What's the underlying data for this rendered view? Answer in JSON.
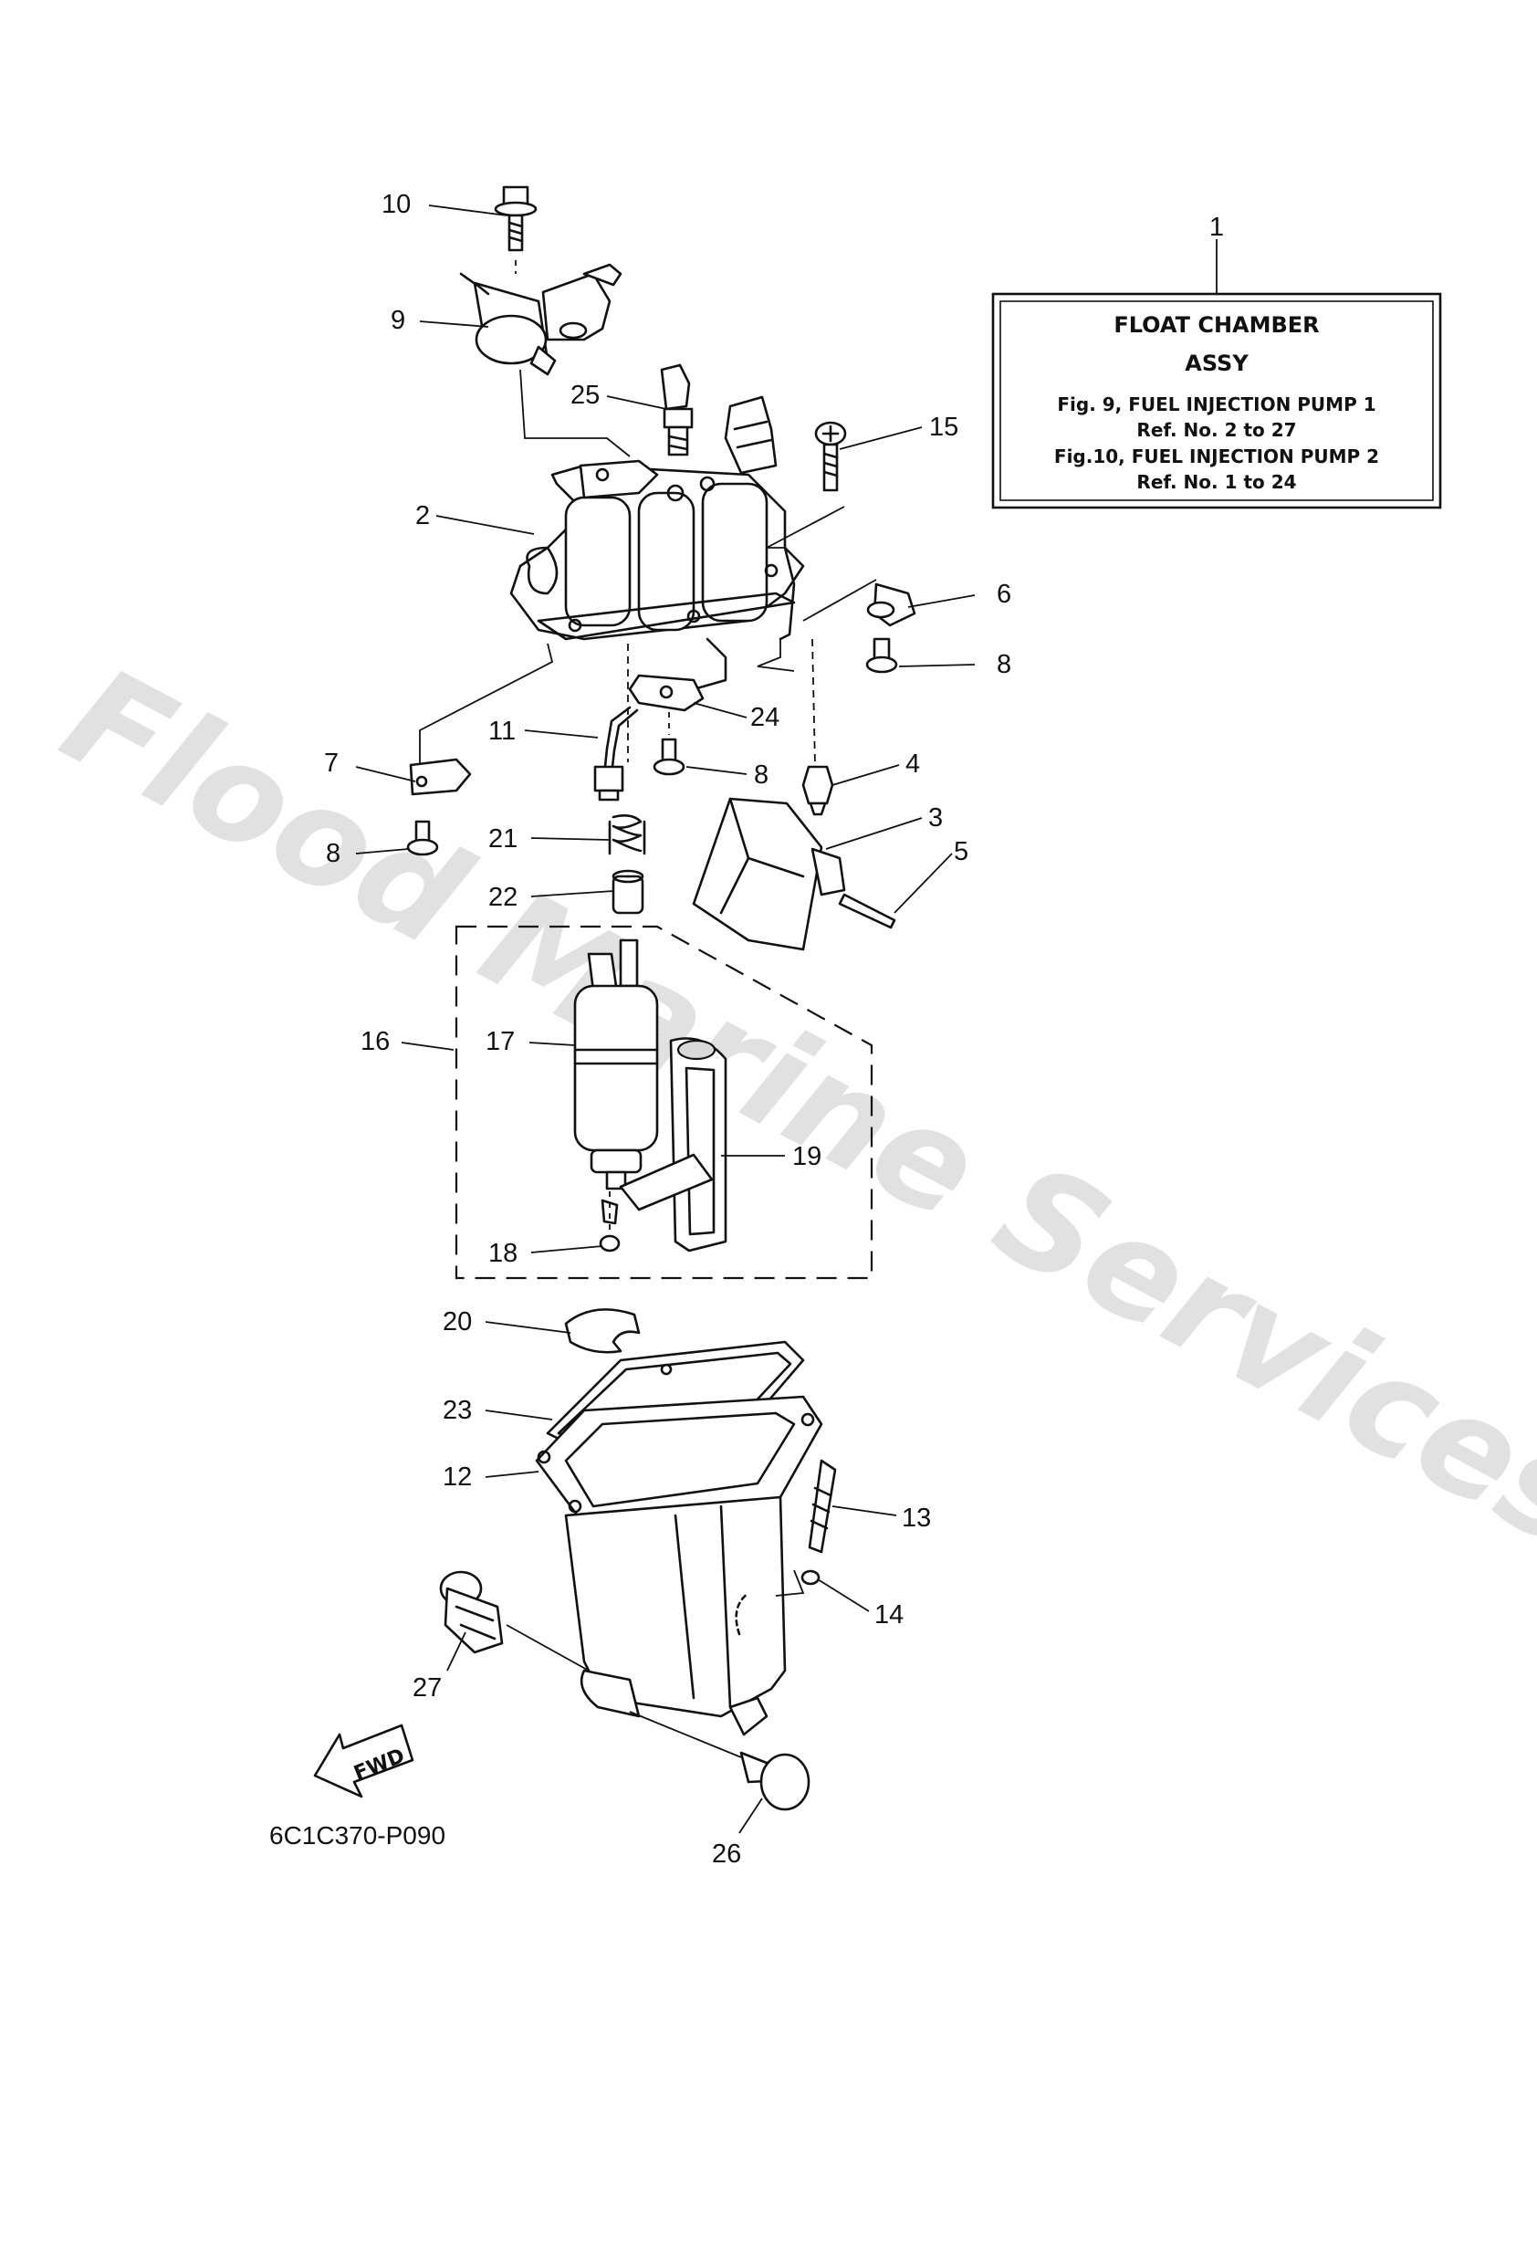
{
  "watermark": "Flood Marine Services",
  "assy_box": {
    "ref_no": "1",
    "title_line1": "FLOAT CHAMBER",
    "title_line2": "ASSY",
    "line3": "Fig.  9, FUEL INJECTION PUMP 1",
    "line4": "Ref. No. 2 to 27",
    "line5": "Fig.10, FUEL INJECTION PUMP 2",
    "line6": "Ref. No. 1 to 24"
  },
  "callouts": {
    "c2": "2",
    "c3": "3",
    "c4": "4",
    "c5": "5",
    "c6": "6",
    "c7": "7",
    "c8a": "8",
    "c8b": "8",
    "c8c": "8",
    "c9": "9",
    "c10": "10",
    "c11": "11",
    "c12": "12",
    "c13": "13",
    "c14": "14",
    "c15": "15",
    "c16": "16",
    "c17": "17",
    "c18": "18",
    "c19": "19",
    "c20": "20",
    "c21": "21",
    "c22": "22",
    "c23": "23",
    "c24": "24",
    "c25": "25",
    "c26": "26",
    "c27": "27"
  },
  "fwd_label": "FWD",
  "figure_code": "6C1C370-P090"
}
